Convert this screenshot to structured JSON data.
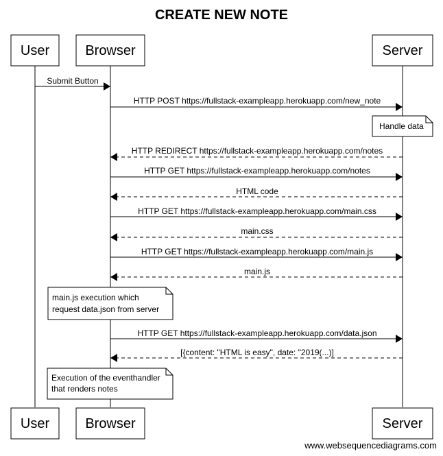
{
  "title": "CREATE NEW NOTE",
  "actors": [
    {
      "name": "User"
    },
    {
      "name": "Browser"
    },
    {
      "name": "Server"
    }
  ],
  "messages": [
    {
      "from": 0,
      "to": 1,
      "label": "Submit Button",
      "dashed": false
    },
    {
      "from": 1,
      "to": 2,
      "label": "HTTP POST https://fullstack-exampleapp.herokuapp.com/new_note",
      "dashed": false
    },
    {
      "from": 2,
      "to": 1,
      "label": "HTTP REDIRECT https://fullstack-exampleapp.herokuapp.com/notes",
      "dashed": true
    },
    {
      "from": 1,
      "to": 2,
      "label": "HTTP GET https://fullstack-exampleapp.herokuapp.com/notes",
      "dashed": false
    },
    {
      "from": 2,
      "to": 1,
      "label": "HTML code",
      "dashed": true
    },
    {
      "from": 1,
      "to": 2,
      "label": "HTTP GET https://fullstack-exampleapp.herokuapp.com/main.css",
      "dashed": false
    },
    {
      "from": 2,
      "to": 1,
      "label": "main.css",
      "dashed": true
    },
    {
      "from": 1,
      "to": 2,
      "label": "HTTP GET https://fullstack-exampleapp.herokuapp.com/main.js",
      "dashed": false
    },
    {
      "from": 2,
      "to": 1,
      "label": "main.js",
      "dashed": true
    },
    {
      "from": 1,
      "to": 2,
      "label": "HTTP GET https://fullstack-exampleapp.herokuapp.com/data.json",
      "dashed": false
    },
    {
      "from": 2,
      "to": 1,
      "label": "[{content: \"HTML is easy\", date: \"2019(...)]",
      "dashed": true
    }
  ],
  "notes": [
    {
      "over": 2,
      "lines": [
        "Handle data"
      ]
    },
    {
      "over": 1,
      "lines": [
        "main.js execution which",
        "request data.json from server"
      ]
    },
    {
      "over": 1,
      "lines": [
        "Execution of the eventhandler",
        "that renders notes"
      ]
    }
  ],
  "watermark": "www.websequencediagrams.com"
}
